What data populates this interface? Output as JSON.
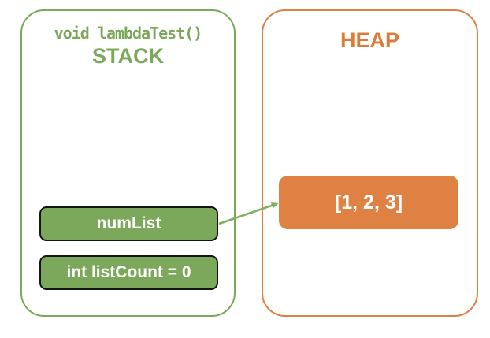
{
  "diagram": {
    "stack": {
      "signature": "void lambdaTest()",
      "title": "STACK",
      "variables": [
        {
          "label": "numList"
        },
        {
          "label": "int listCount = 0"
        }
      ]
    },
    "heap": {
      "title": "HEAP",
      "objects": [
        {
          "label": "[1, 2, 3]"
        }
      ]
    },
    "arrow": {
      "from": "numList",
      "to": "[1, 2, 3]"
    }
  },
  "colors": {
    "green": "#7CA85C",
    "orange_fill": "#DE8143",
    "orange_text": "#DE7B38",
    "box_border": "#141414",
    "box_text": "#FFFFFF",
    "arrow": "#7CB05C"
  }
}
